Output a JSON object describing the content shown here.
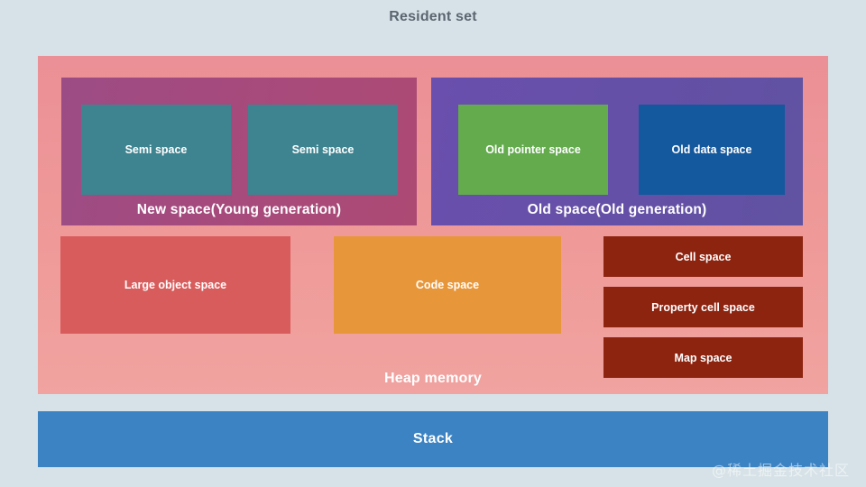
{
  "diagram": {
    "title": "Resident set",
    "heap": {
      "label": "Heap memory",
      "generations": [
        {
          "name": "New space(Young generation)",
          "children": [
            {
              "label": "Semi space"
            },
            {
              "label": "Semi space"
            }
          ]
        },
        {
          "name": "Old space(Old generation)",
          "children": [
            {
              "label": "Old pointer space"
            },
            {
              "label": "Old data space"
            }
          ]
        }
      ],
      "spaces": [
        {
          "label": "Large object space"
        },
        {
          "label": "Code space"
        }
      ],
      "small_spaces": [
        {
          "label": "Cell space"
        },
        {
          "label": "Property cell space"
        },
        {
          "label": "Map space"
        }
      ]
    },
    "stack": {
      "label": "Stack"
    },
    "watermark": "@稀土掘金技术社区",
    "colors": {
      "background": "#d6e2e7",
      "heap": "#ef9a99",
      "new_space": "#a64a7d",
      "old_space": "#6450a6",
      "semi_space": "#3d8490",
      "old_pointer_space": "#63ab4d",
      "old_data_space": "#14589e",
      "large_object_space": "#d85c5c",
      "code_space": "#e8963a",
      "small_space": "#8d2410",
      "stack": "#3c83c4",
      "title_text": "#5b6670"
    }
  }
}
